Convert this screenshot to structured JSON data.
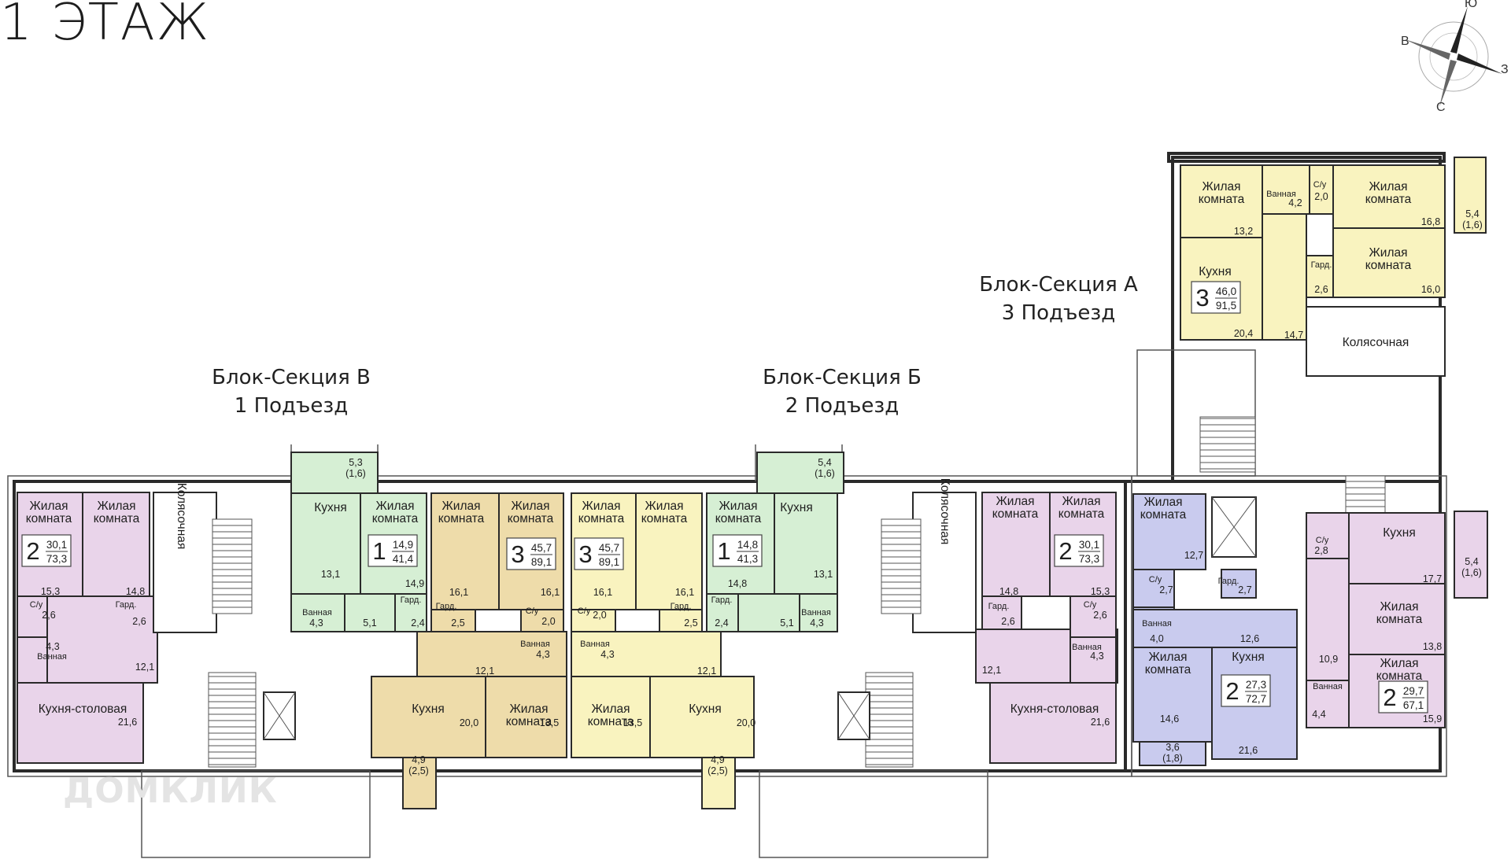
{
  "header": {
    "title": "1 ЭТАЖ"
  },
  "compass": {
    "n": "Ю",
    "w": "В",
    "e": "З",
    "s": "С"
  },
  "watermark": "ДОМКЛИК",
  "sections": [
    {
      "name": "Блок-Секция В",
      "entrance": "1 Подъезд"
    },
    {
      "name": "Блок-Секция Б",
      "entrance": "2 Подъезд"
    },
    {
      "name": "Блок-Секция А",
      "entrance": "3 Подъезд"
    }
  ],
  "labels": {
    "living": [
      "Жилая",
      "комната"
    ],
    "kitchen": "Кухня",
    "kitchen_dining": "Кухня-столовая",
    "bath": "Ванная",
    "wc": "С/у",
    "wardrobe": "Гард.",
    "stroller": "Колясочная"
  },
  "apartments": [
    {
      "rooms": "2",
      "living": "30,1",
      "total": "73,3"
    },
    {
      "rooms": "1",
      "living": "14,9",
      "total": "41,4"
    },
    {
      "rooms": "3",
      "living": "45,7",
      "total": "89,1"
    },
    {
      "rooms": "3",
      "living": "45,7",
      "total": "89,1"
    },
    {
      "rooms": "1",
      "living": "14,8",
      "total": "41,3"
    },
    {
      "rooms": "2",
      "living": "30,1",
      "total": "73,3"
    },
    {
      "rooms": "3",
      "living": "46,0",
      "total": "91,5"
    },
    {
      "rooms": "2",
      "living": "27,3",
      "total": "72,7"
    },
    {
      "rooms": "2",
      "living": "29,7",
      "total": "67,1"
    }
  ],
  "areas": {
    "a1": [
      "15,3",
      "14,8",
      "2,6",
      "2,6",
      "4,3",
      "12,1",
      "21,6"
    ],
    "a2": [
      "13,1",
      "14,9",
      "4,3",
      "5,1",
      "2,4"
    ],
    "a3": [
      "16,1",
      "16,1",
      "2,5",
      "2,0",
      "4,3",
      "12,1",
      "20,0",
      "13,5"
    ],
    "a4": [
      "16,1",
      "16,1",
      "2,0",
      "2,5",
      "4,3",
      "12,1",
      "13,5",
      "20,0"
    ],
    "a5": [
      "14,8",
      "13,1",
      "2,4",
      "5,1",
      "4,3"
    ],
    "a6": [
      "14,8",
      "15,3",
      "2,6",
      "2,6",
      "4,3",
      "12,1",
      "21,6"
    ],
    "a7": [
      "13,2",
      "4,2",
      "2,0",
      "16,8",
      "16,0",
      "2,6",
      "20,4",
      "14,7"
    ],
    "a8": [
      "12,7",
      "2,7",
      "2,7",
      "4,0",
      "12,6",
      "14,6",
      "21,6"
    ],
    "a9": [
      "2,8",
      "17,7",
      "13,8",
      "10,9",
      "4,4",
      "15,9"
    ]
  },
  "balconies": [
    {
      "area": "5,3",
      "reduced": "(1,6)"
    },
    {
      "area": "5,4",
      "reduced": "(1,6)"
    },
    {
      "area": "5,4",
      "reduced": "(1,6)"
    },
    {
      "area": "5,4",
      "reduced": "(1,6)"
    },
    {
      "area": "4,9",
      "reduced": "(2,5)"
    },
    {
      "area": "4,9",
      "reduced": "(2,5)"
    },
    {
      "area": "3,6",
      "reduced": "(1,8)"
    }
  ],
  "colors": {
    "pink": "#e9d4ea",
    "green": "#d6efd4",
    "tan": "#eedcaa",
    "yellow": "#f9f3bf",
    "blue": "#c9cbee",
    "wall": "#2a2a2a",
    "corridor": "#ffffff"
  }
}
